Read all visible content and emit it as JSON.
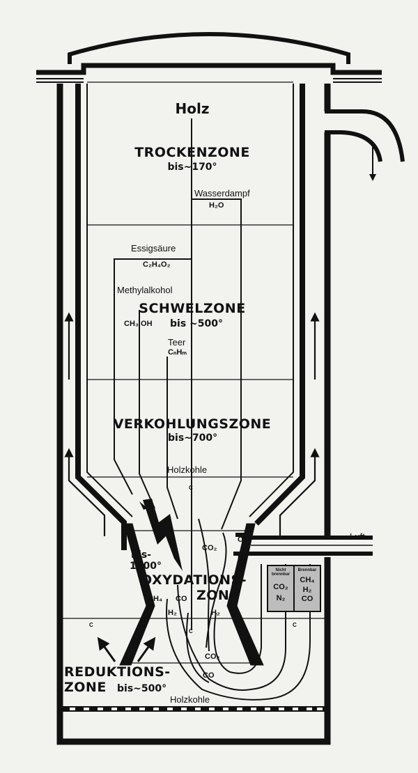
{
  "labels": {
    "input": "Holz",
    "zone_dry": "TROCKENZONE",
    "zone_dry_temp": "bis~170°",
    "steam": "Wasserdampf",
    "steam_formula": "H₂O",
    "acetic": "Essigsäure",
    "acetic_formula": "C₂H₄O₂",
    "methanol": "Methylalkohol",
    "methanol_formula": "CH₃ OH",
    "zone_smoulder": "SCHWELZONE",
    "zone_smoulder_temp": "bis ~500°",
    "tar": "Teer",
    "tar_formula": "CₙHₘ",
    "zone_char": "VERKOHLUNGSZONE",
    "zone_char_temp": "bis~700°",
    "charcoal": "Holzkohle",
    "carbon": "C",
    "ox_temp_1": "bis-",
    "ox_temp_2": "1400°",
    "zone_ox_1": "OXYDATIONS-",
    "zone_ox_2": "ZONE",
    "air": "Luft",
    "o2": "O₂",
    "n2": "N₂",
    "co2": "CO₂",
    "co": "CO",
    "ch4": "CH₄",
    "h2": "H₂",
    "h2_right": "H₂",
    "c_left": "C",
    "c_center": "C",
    "c_right": "C",
    "co2_bottom": "CO₂",
    "co_bottom": "CO",
    "zone_red_1": "REDUKTIONS-",
    "zone_red_2": "ZONE",
    "zone_red_temp": "bis~500°",
    "charcoal_bottom": "Holzkohle"
  },
  "gas_boxes": {
    "nonflammable": {
      "title_1": "Nicht",
      "title_2": "brennbar",
      "line_1": "CO₂",
      "line_2": "N₂"
    },
    "flammable": {
      "title_1": "Brennbar",
      "line_1": "CH₄",
      "line_2": "H₂",
      "line_3": "CO"
    }
  },
  "colors": {
    "ink": "#111111",
    "paper": "#f2f2ef",
    "box_fill": "#bdbdbd"
  }
}
